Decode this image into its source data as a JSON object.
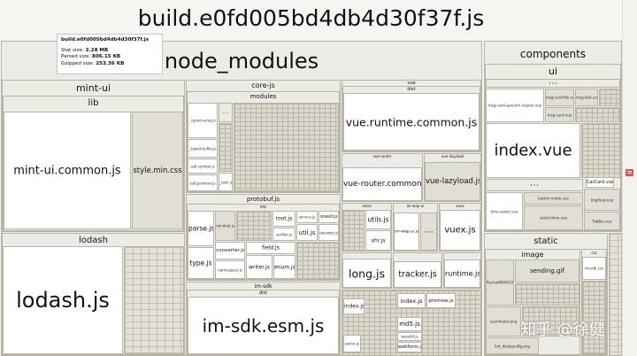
{
  "bundle": {
    "title": "build.e0fd005bd4db4d30f37f.js"
  },
  "tooltip": {
    "name": "build.e0fd005bd4db4d30f37f.js",
    "stat_label": "Stat size:",
    "stat_value": "2.28 MB",
    "parsed_label": "Parsed size:",
    "parsed_value": "806.15 KB",
    "gzipped_label": "Gzipped size:",
    "gzipped_value": "253.36 KB"
  },
  "node_modules": {
    "label": "node_modules",
    "mint_ui": {
      "label": "mint-ui",
      "lib": "lib",
      "common": "mint-ui.common.js",
      "style": "style.min.css"
    },
    "lodash": {
      "label": "lodash",
      "main": "lodash.js"
    },
    "core_js": {
      "label": "core-js",
      "modules": "modules",
      "typed_array": "_typed-array.js",
      "typed_buffer": "_typed-buffer.js",
      "symbol": "es6.symbol.js",
      "promise": "es6.promise.js",
      "task": "_task.js"
    },
    "protobufjs": {
      "label": "protobuf.js",
      "src": "src",
      "parse": "parse.js",
      "root": "root.js",
      "service": "service.js",
      "oneof": "oneof.js",
      "util": "util.js",
      "converter": "converter.js",
      "field": "field.js",
      "type": "type.js",
      "writer": "writer.js",
      "enum": "enum.js",
      "namespace": "namespace.js",
      "minimal": "minimal.js",
      "verifier": "verifier.js",
      "decoder": "decoder.js"
    },
    "im_sdk": {
      "label": "im-sdk",
      "dist": "dist",
      "main": "im-sdk.esm.js"
    },
    "vue": {
      "label": "vue",
      "dist": "dist",
      "runtime": "vue.runtime.common.js"
    },
    "vue_router": {
      "label": "vue-router",
      "main": "vue-router.common.js"
    },
    "vue_lazyload": {
      "label": "vue-lazyload",
      "main": "vue-lazyload.js"
    },
    "misc": {
      "axios": "axios",
      "utils": "utils.js",
      "xhr": "xhr.js",
      "im_wap_ui": "im-wap-ui",
      "im_wap_ui_js": "im-wap-ui.js",
      "vuex": "vuex",
      "vuex_js": "vuex.js",
      "long": "long.js",
      "tracker": "tracker.js",
      "runtime": "runtime.js",
      "index": "index.js",
      "promise": "promise.js",
      "md5": "md5.js",
      "parse": "parse.js",
      "base64": "base64.js",
      "webfonts": "webfonts.js"
    }
  },
  "components": {
    "label": "components",
    "ui": "ui",
    "index_vue": "index.vue",
    "msg_card_apacnm": "msg-card-apacnm-inquire.vue",
    "msg_card_file": "msg-card-file.vue",
    "msg_text": "msg-text.vue",
    "msg_card": "msg-card.vue",
    "car_card": "CarCard.vue",
    "time_select": "time-select.vue",
    "button_mode": "button-mode.vue",
    "select_time": "select-time.vue",
    "img_view": "ImgView.vue",
    "tab_bar": "TabBar.vue"
  },
  "static": {
    "label": "static",
    "image": "image",
    "sending": "sending.gif",
    "css": "css",
    "im_sdk_css": "im-sdk.css",
    "sprite": "RechatMA0010.png",
    "user_avatar": "userAvatar.png",
    "bg": "bot_dialogueBg.png"
  },
  "watermark": "知乎 @徐健",
  "ellipsis": "• • •",
  "colors": {
    "background": "#f6f5f1",
    "cell": "#e1ded5",
    "cell_border": "#b8b4a6",
    "scroll_thumb": "#d9544f"
  }
}
